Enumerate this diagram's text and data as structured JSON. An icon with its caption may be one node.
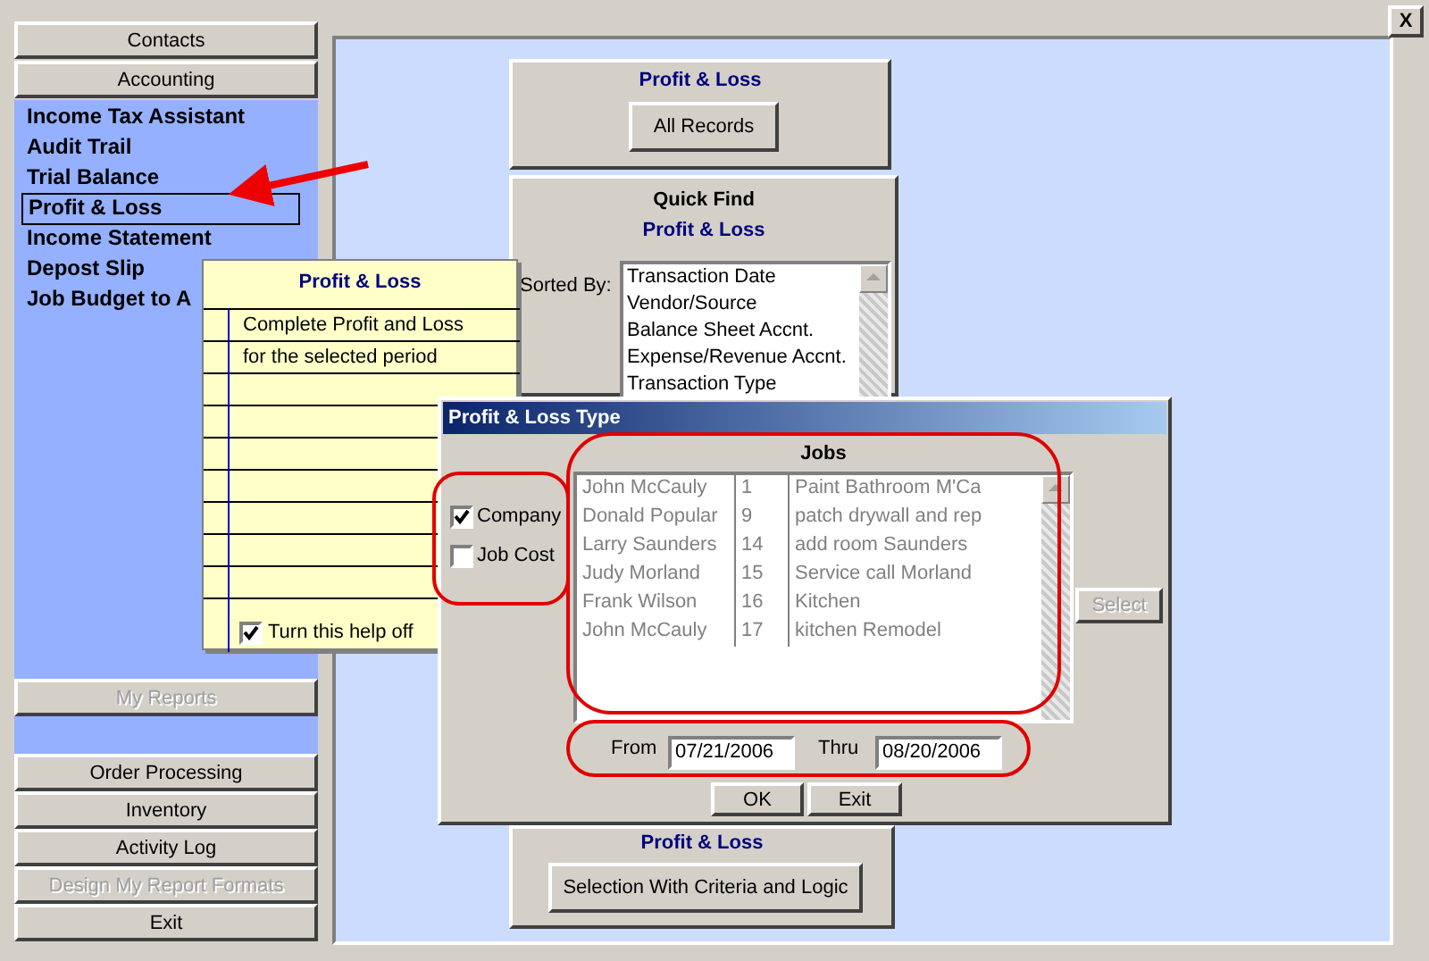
{
  "diagram": {
    "nodes": [
      {
        "text": [
          "Contacts"
        ]
      },
      {
        "text": [
          "Accounting"
        ]
      },
      {
        "text": [],
        "shape": "box"
      },
      {
        "text": [
          "Income Tax Assistant"
        ],
        "in": 2
      },
      {
        "text": [
          "Audit Trail"
        ],
        "in": 2
      },
      {
        "text": [
          "Trial Balance"
        ],
        "in": 2
      },
      {
        "text": [
          "Profit & Loss"
        ],
        "in": 2
      },
      {
        "text": [
          "Income Statement"
        ],
        "in": 2
      },
      {
        "text": [
          "Depost Slip"
        ],
        "in": 2
      },
      {
        "text": [
          "Job Budget to A"
        ],
        "in": 2
      },
      {
        "text": [
          "Profit & Loss",
          "Complete Profit and Loss",
          "for the selected period",
          "Turn this help off"
        ]
      },
      {
        "text": [
          "My Reports"
        ]
      },
      {
        "text": [
          "Order Processing"
        ]
      },
      {
        "text": [
          "Inventory"
        ]
      },
      {
        "text": [
          "Activity Log"
        ]
      },
      {
        "text": [
          "Design My Report Formats"
        ]
      },
      {
        "text": [
          "Exit"
        ]
      },
      {
        "text": [
          "X"
        ]
      },
      {
        "text": [
          "Profit & Loss"
        ]
      },
      {
        "text": [
          "All Records"
        ],
        "in": 18
      },
      {
        "text": [
          "Quick Find",
          "Profit & Loss",
          "Sorted By:"
        ]
      },
      {
        "text": [
          "Transaction Date",
          "Vendor/Source",
          "Balance Sheet Accnt.",
          "Expense/Revenue Accnt.",
          "Transaction Type"
        ],
        "in": 20
      },
      {
        "text": [
          "Profit & Loss Type"
        ]
      },
      {
        "text": [
          "Company"
        ]
      },
      {
        "text": [
          "Job Cost"
        ]
      },
      {
        "text": [
          "Jobs"
        ],
        "in": 22
      },
      {
        "text": [
          "Select"
        ],
        "in": 22
      },
      {
        "text": [
          "07/21/2006"
        ],
        "in": 22
      },
      {
        "text": [
          "08/20/2006"
        ],
        "in": 22
      },
      {
        "text": [
          "OK"
        ],
        "in": 22
      },
      {
        "text": [
          "Exit"
        ],
        "in": 22
      },
      {
        "text": [
          "Profit & Loss"
        ]
      },
      {
        "text": [
          "Selection With Criteria and Logic"
        ],
        "in": 31
      }
    ],
    "edges": [
      {
        "from": null,
        "to": 6,
        "arrow": "to"
      }
    ],
    "labels": [
      "John McCauly",
      "1",
      "Paint Bathroom M'Ca",
      "Donald Popular",
      "9",
      "patch drywall and rep",
      "Larry Saunders",
      "14",
      "add room Saunders",
      "Judy Morland",
      "15",
      "Service call Morland",
      "Frank Wilson",
      "16",
      "Kitchen",
      "John McCauly",
      "17",
      "kitchen Remodel",
      "From",
      "Thru"
    ]
  }
}
